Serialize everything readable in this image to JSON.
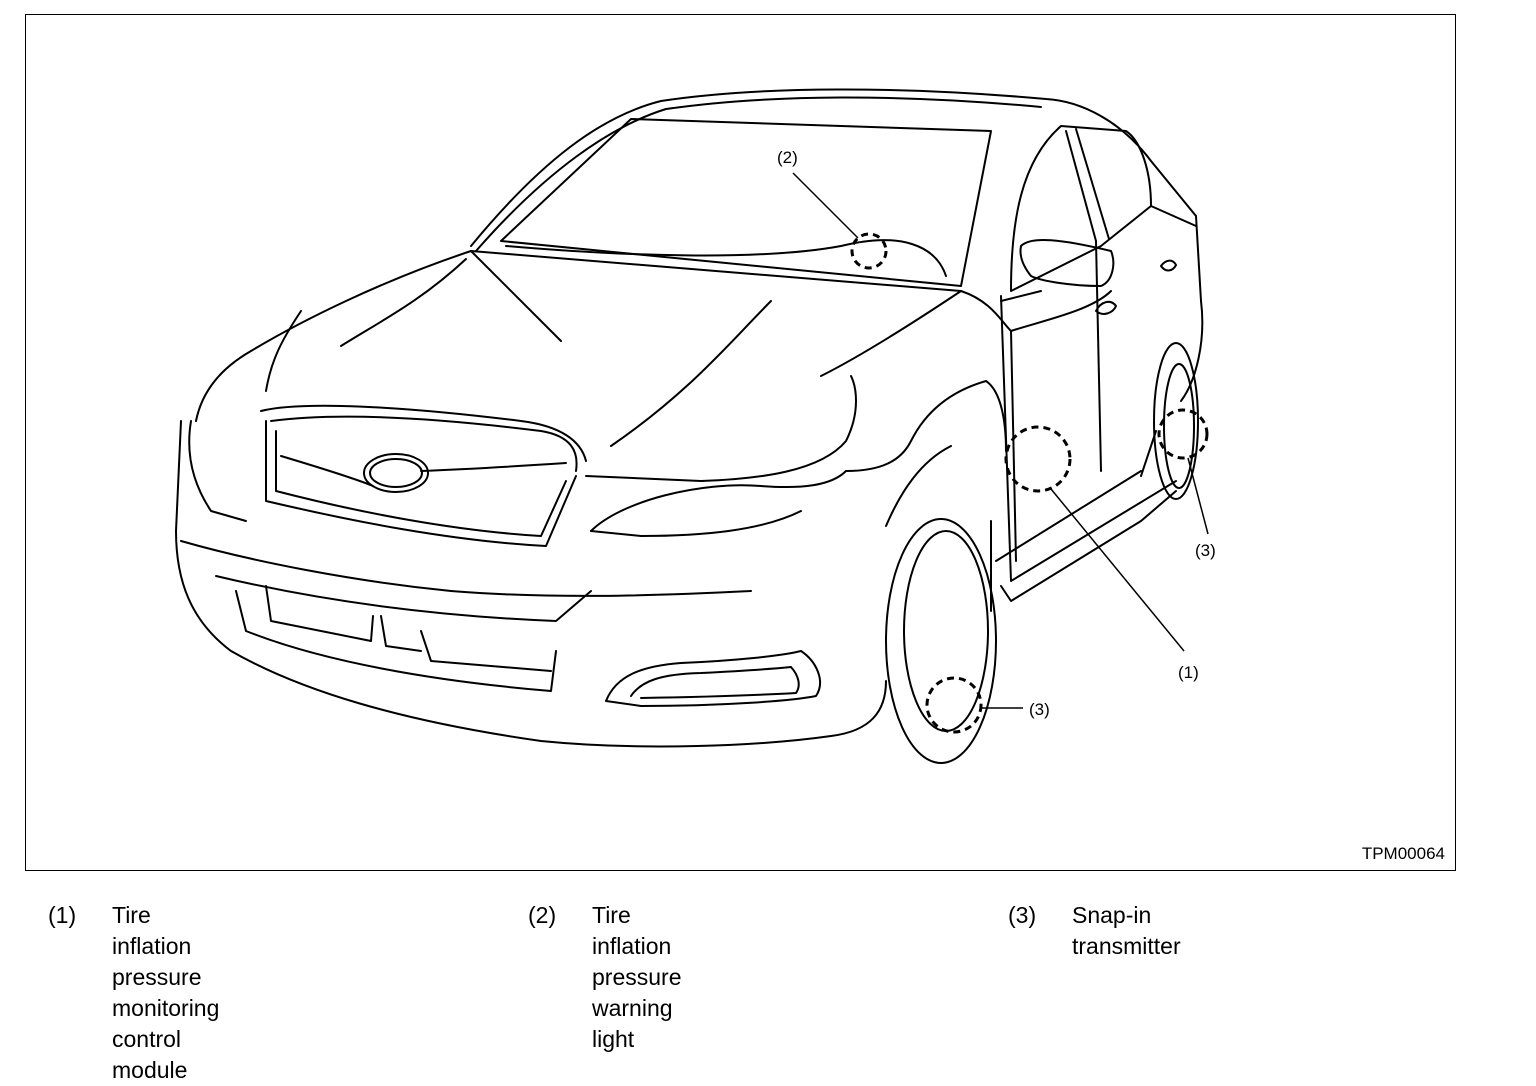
{
  "figure": {
    "code": "TPM00064",
    "callouts": [
      {
        "id": "1",
        "label": "(1)"
      },
      {
        "id": "2",
        "label": "(2)"
      },
      {
        "id": "3a",
        "label": "(3)"
      },
      {
        "id": "3b",
        "label": "(3)"
      }
    ]
  },
  "legend": [
    {
      "num": "(1)",
      "lines": [
        "Tire inflation pressure monitoring",
        "control module"
      ]
    },
    {
      "num": "(2)",
      "lines": [
        "Tire inflation pressure warning",
        "light"
      ]
    },
    {
      "num": "(3)",
      "lines": [
        "Snap-in transmitter"
      ]
    }
  ]
}
